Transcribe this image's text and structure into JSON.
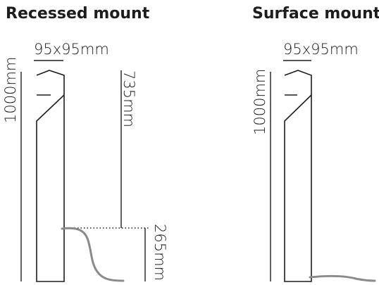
{
  "recessed": {
    "title": "Recessed mount",
    "width_label": "95x95mm",
    "height_label": "1000mm",
    "above_label": "735mm",
    "below_label": "265mm"
  },
  "surface": {
    "title": "Surface mount",
    "width_label": "95x95mm",
    "height_label": "1000mm"
  },
  "colors": {
    "ink": "#1d1d1b",
    "cable": "#8a8a8a"
  }
}
